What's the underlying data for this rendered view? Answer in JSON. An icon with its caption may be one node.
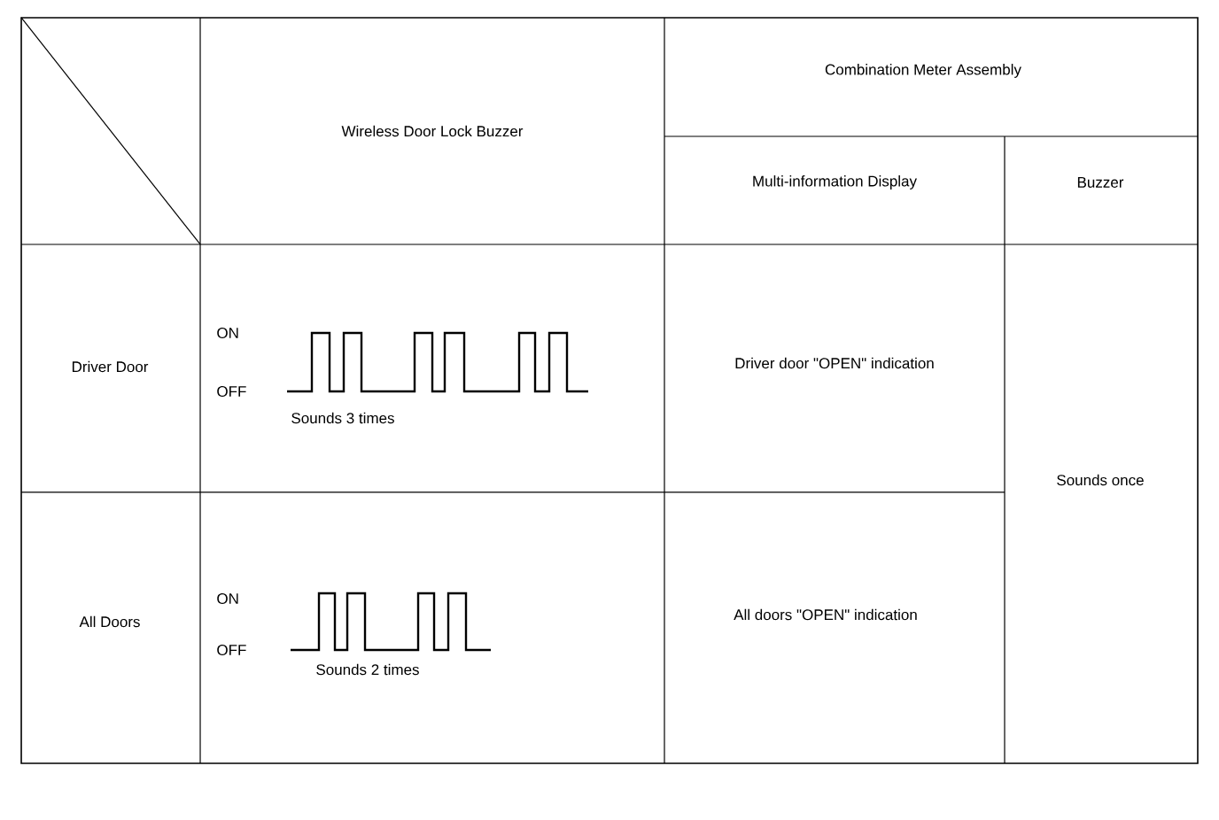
{
  "diagram": {
    "labels": [
      "Wireless Door Lock Buzzer",
      "Combination Meter Assembly",
      "Multi-information Display",
      "Buzzer",
      "Driver Door",
      "ON",
      "OFF",
      "Sounds 3 times",
      "Driver door \"OPEN\" indication",
      "Sounds once",
      "All Doors",
      "ON",
      "OFF",
      "Sounds 2 times",
      "All doors \"OPEN\" indication"
    ]
  }
}
